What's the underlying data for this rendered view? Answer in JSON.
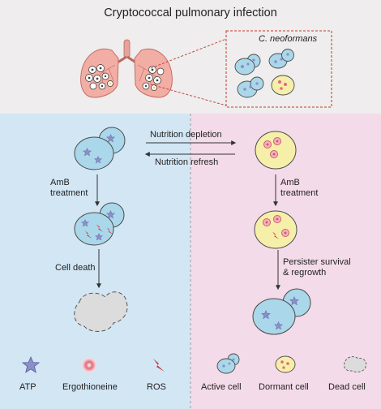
{
  "title": "Cryptococcal pulmonary infection",
  "inset_label": "C. neoformans",
  "transitions": {
    "forward": "Nutrition depletion",
    "backward": "Nutrition refresh"
  },
  "left_path": {
    "step1": "AmB\ntreatment",
    "step2": "Cell death"
  },
  "right_path": {
    "step1": "AmB\ntreatment",
    "step2": "Persister survival\n& regrowth"
  },
  "legend": [
    "ATP",
    "Ergothioneine",
    "ROS",
    "Active cell",
    "Dormant cell",
    "Dead cell"
  ],
  "colors": {
    "top_panel": "#efeded",
    "active_panel": "#d2e6f4",
    "dormant_panel": "#f4dbe9",
    "active_cell": "#aad7e9",
    "dormant_cell": "#f6efaa",
    "dead_cell": "#dcdcdc",
    "atp_star": "#8c8fc7",
    "ergothioneine": "#e2697a",
    "ros": "#c8323c",
    "lung": "#f2aea4"
  },
  "icons": [
    "lungs-icon",
    "atp-star-icon",
    "ergothioneine-icon",
    "ros-icon"
  ]
}
